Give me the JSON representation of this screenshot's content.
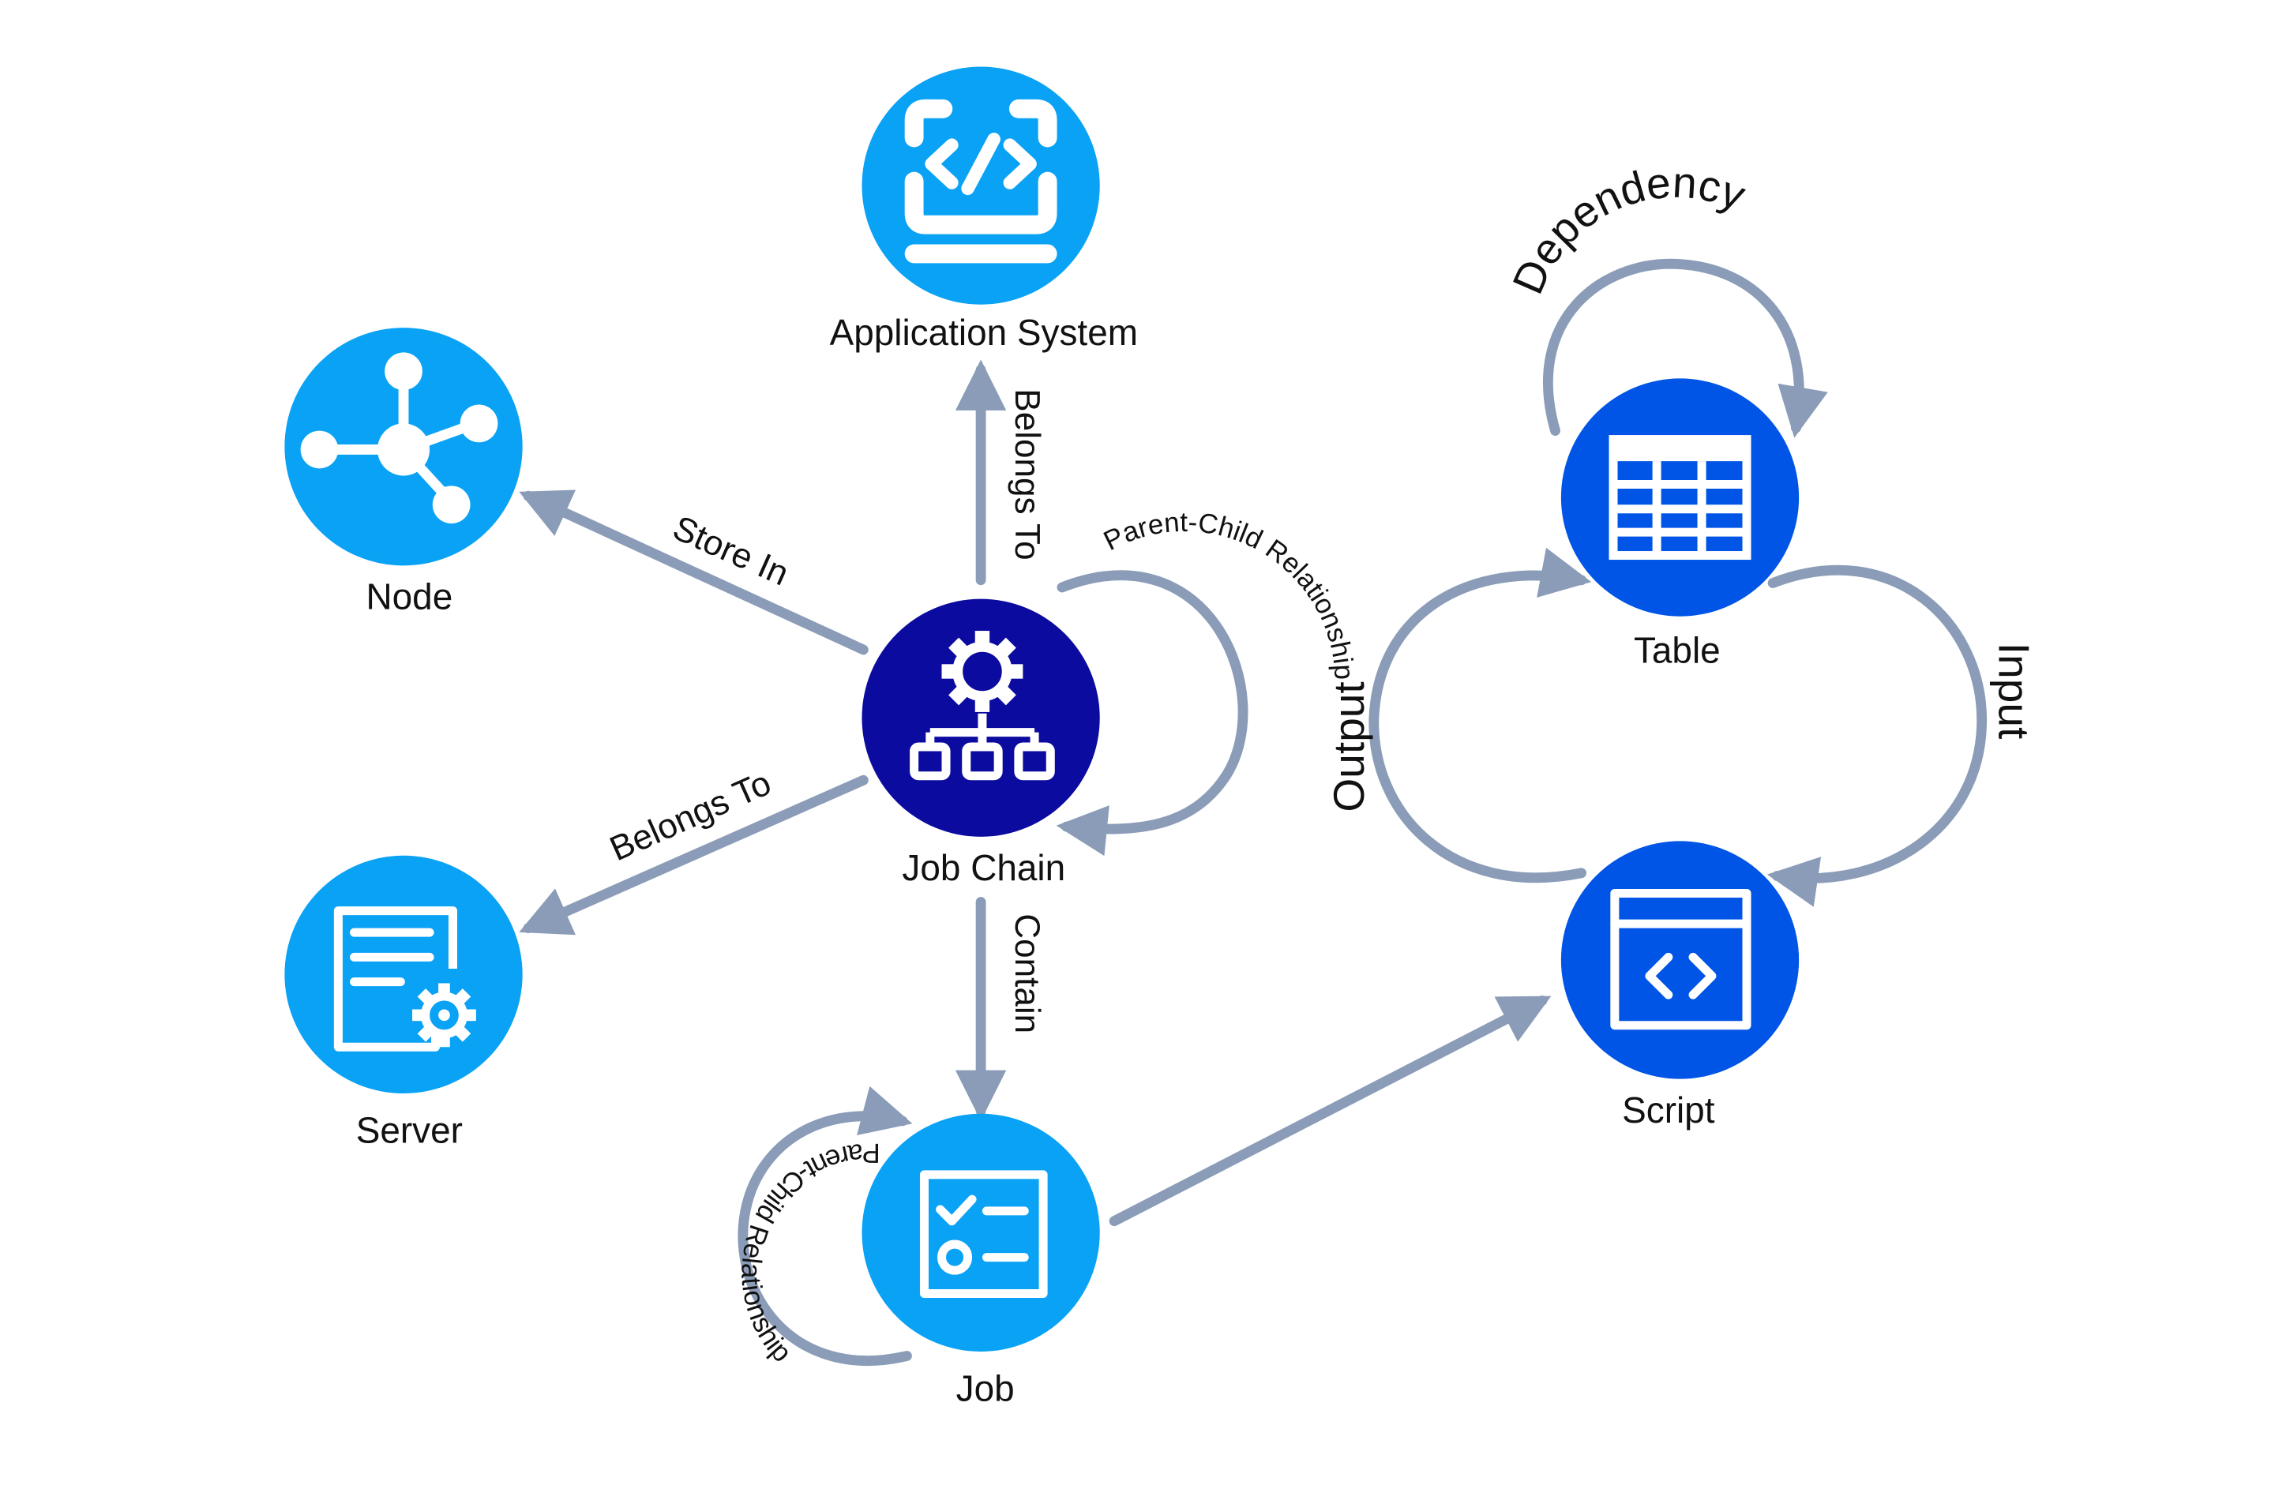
{
  "colors": {
    "light_blue": "#0aa2f5",
    "mid_blue": "#0055e6",
    "dark_navy": "#0c0ba0",
    "edge_gray": "#8a9cb7"
  },
  "nodes": {
    "application_system": {
      "label": "Application System",
      "icon": "code-monitor-icon"
    },
    "node": {
      "label": "Node",
      "icon": "network-icon"
    },
    "job_chain": {
      "label": "Job Chain",
      "icon": "gear-hierarchy-icon"
    },
    "server": {
      "label": "Server",
      "icon": "document-gear-icon"
    },
    "job": {
      "label": "Job",
      "icon": "checklist-icon"
    },
    "table": {
      "label": "Table",
      "icon": "table-grid-icon"
    },
    "script": {
      "label": "Script",
      "icon": "code-window-icon"
    }
  },
  "edges": {
    "job_chain_to_app": "Belongs To",
    "job_chain_to_node": "Store In",
    "job_chain_to_server": "Belongs To",
    "job_chain_to_job": "Contain",
    "job_chain_self": "Parent-Child Relationship",
    "job_self": "Parent-Child Relationship",
    "table_self": "Dependency",
    "table_to_script": "Input",
    "script_to_table": "Output"
  }
}
